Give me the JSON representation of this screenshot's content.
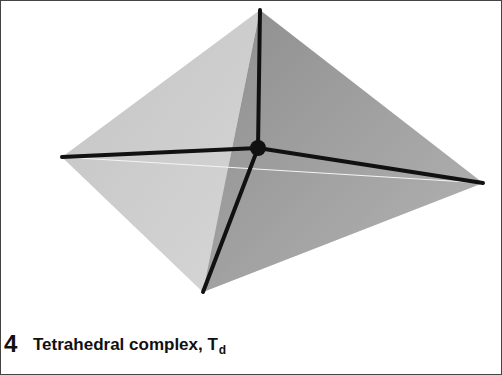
{
  "diagram": {
    "caption": "Tetrahedral complex, T",
    "labels": [
      "4",
      "d"
    ]
  }
}
